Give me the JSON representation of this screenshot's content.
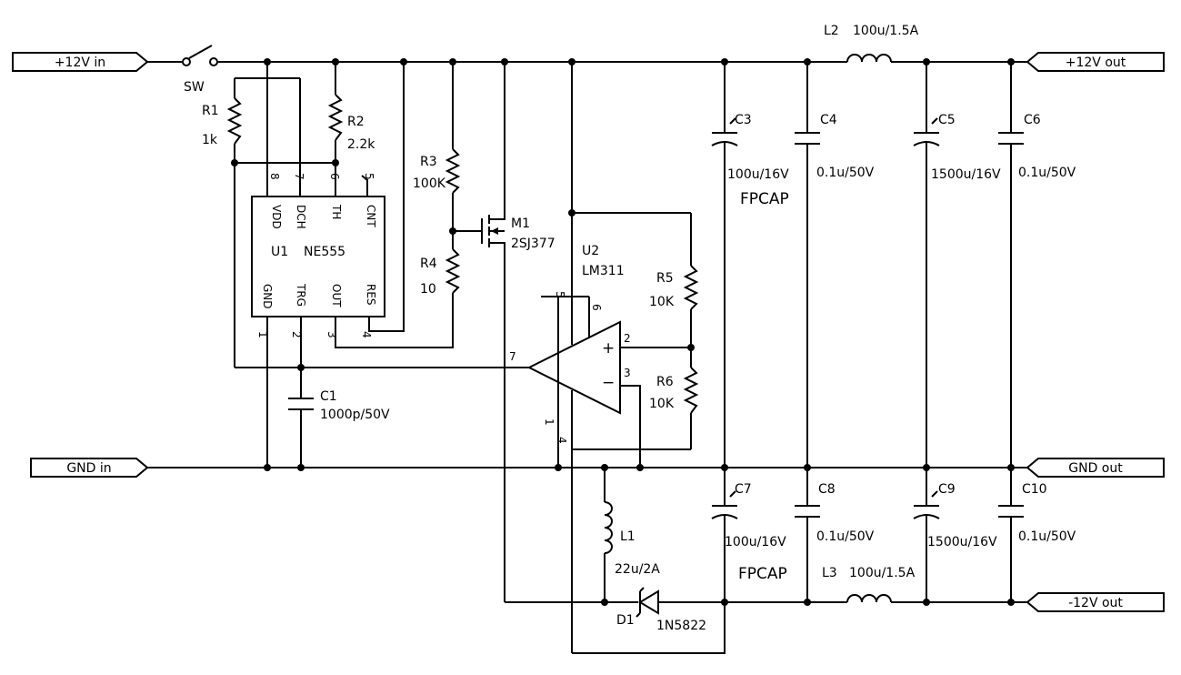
{
  "ports": {
    "v12_in": "+12V in",
    "gnd_in": "GND in",
    "v12_out": "+12V out",
    "gnd_out": "GND out",
    "vneg12_out": "-12V out"
  },
  "sw": {
    "ref": "SW"
  },
  "r1": {
    "ref": "R1",
    "value": "1k"
  },
  "r2": {
    "ref": "R2",
    "value": "2.2k"
  },
  "r3": {
    "ref": "R3",
    "value": "100K"
  },
  "r4": {
    "ref": "R4",
    "value": "10"
  },
  "r5": {
    "ref": "R5",
    "value": "10K"
  },
  "r6": {
    "ref": "R6",
    "value": "10K"
  },
  "u1": {
    "ref": "U1",
    "value": "NE555",
    "pins_top": [
      "VDD",
      "DCH",
      "TH",
      "CNT"
    ],
    "pins_bottom": [
      "GND",
      "TRG",
      "OUT",
      "RES"
    ],
    "numbers_top": [
      "8",
      "7",
      "6",
      "5"
    ],
    "numbers_bottom": [
      "1",
      "2",
      "3",
      "4"
    ]
  },
  "u2": {
    "ref": "U2",
    "value": "LM311",
    "pins": [
      "2",
      "3",
      "7",
      "6",
      "5",
      "4",
      "1"
    ],
    "plus": "+",
    "minus": "−"
  },
  "m1": {
    "ref": "M1",
    "value": "2SJ377"
  },
  "c1": {
    "ref": "C1",
    "value": "1000p/50V"
  },
  "c3": {
    "ref": "C3",
    "value": "100u/16V",
    "note": "FPCAP"
  },
  "c4": {
    "ref": "C4",
    "value": "0.1u/50V"
  },
  "c5": {
    "ref": "C5",
    "value": "1500u/16V"
  },
  "c6": {
    "ref": "C6",
    "value": "0.1u/50V"
  },
  "c7": {
    "ref": "C7",
    "value": "100u/16V",
    "note": "FPCAP"
  },
  "c8": {
    "ref": "C8",
    "value": "0.1u/50V"
  },
  "c9": {
    "ref": "C9",
    "value": "1500u/16V"
  },
  "c10": {
    "ref": "C10",
    "value": "0.1u/50V"
  },
  "l1": {
    "ref": "L1",
    "value": "22u/2A"
  },
  "l2": {
    "ref": "L2",
    "value": "100u/1.5A"
  },
  "l3": {
    "ref": "L3",
    "value": "100u/1.5A"
  },
  "d1": {
    "ref": "D1",
    "value": "1N5822"
  }
}
